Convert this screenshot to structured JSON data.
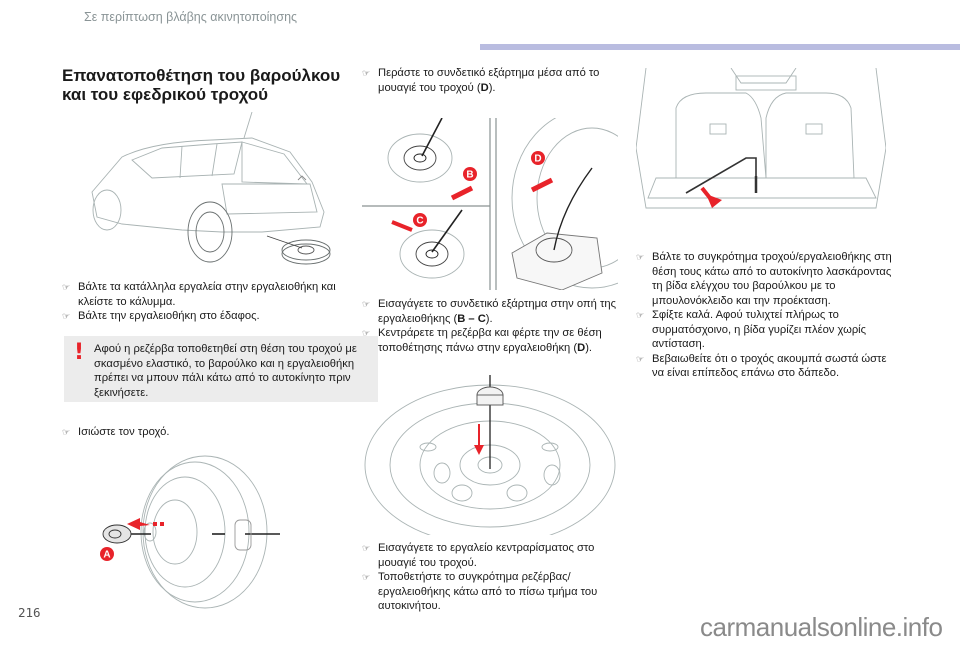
{
  "running_head": "Σε περίπτωση βλάβης ακινητοποίησης",
  "section_title": [
    "Επανατοποθέτηση του βαρούλκου",
    "και του εφεδρικού τροχού"
  ],
  "colors": {
    "accent_bar": "#b9bce0",
    "warning_red": "#e8232a",
    "warning_bg": "#ececec"
  },
  "left_column": {
    "steps_1": [
      "Βάλτε τα κατάλληλα εργαλεία στην εργαλειοθήκη και κλείστε το κάλυμμα.",
      "Βάλτε την εργαλειοθήκη στο έδαφος."
    ],
    "warning": {
      "icon": "exclamation-icon",
      "text": "Αφού η ρεζέρβα τοποθετηθεί στη θέση του τροχού με σκασμένο ελαστικό, το βαρούλκο και η εργαλειοθήκη πρέπει να μπουν πάλι κάτω από το αυτοκίνητο πριν ξεκινήσετε."
    },
    "steps_2": [
      "Ισιώστε τον τροχό."
    ],
    "figure_labels": [
      "A"
    ]
  },
  "middle_column": {
    "step_top": {
      "text": "Περάστε το συνδετικό εξάρτημα μέσα από το μουαγιέ του τροχού (",
      "bold": "D",
      "end": ")."
    },
    "figure_labels": [
      "B",
      "C",
      "D"
    ],
    "steps_mid": [
      {
        "text": "Εισαγάγετε το συνδετικό εξάρτημα στην οπή της εργαλειοθήκης (",
        "bold": "B – C",
        "end": ")."
      },
      {
        "text": "Κεντράρετε τη ρεζέρβα και φέρτε την σε θέση τοποθέτησης πάνω στην εργαλειοθήκη (",
        "bold": "D",
        "end": ")."
      }
    ],
    "steps_bottom": [
      "Εισαγάγετε το εργαλείο κεντραρίσματος στο μουαγιέ του τροχού.",
      "Τοποθετήστε το συγκρότημα ρεζέρβας/εργαλειοθήκης κάτω από το πίσω τμήμα του αυτοκινήτου."
    ]
  },
  "right_column": {
    "steps": [
      "Βάλτε το συγκρότημα τροχού/εργαλειοθήκης στη θέση τους κάτω από το αυτοκίνητο λασκάροντας τη βίδα ελέγχου του βαρούλκου με το μπουλονόκλειδο και την προέκταση.",
      "Σφίξτε καλά. Αφού τυλιχτεί πλήρως το συρματόσχοινο, η βίδα γυρίζει πλέον χωρίς αντίσταση.",
      "Βεβαιωθείτε ότι ο τροχός ακουμπά σωστά ώστε να είναι επίπεδος επάνω στο δάπεδο."
    ]
  },
  "bullet_glyph": "☞",
  "page_number": "216",
  "watermark": "carmanualsonline.info"
}
